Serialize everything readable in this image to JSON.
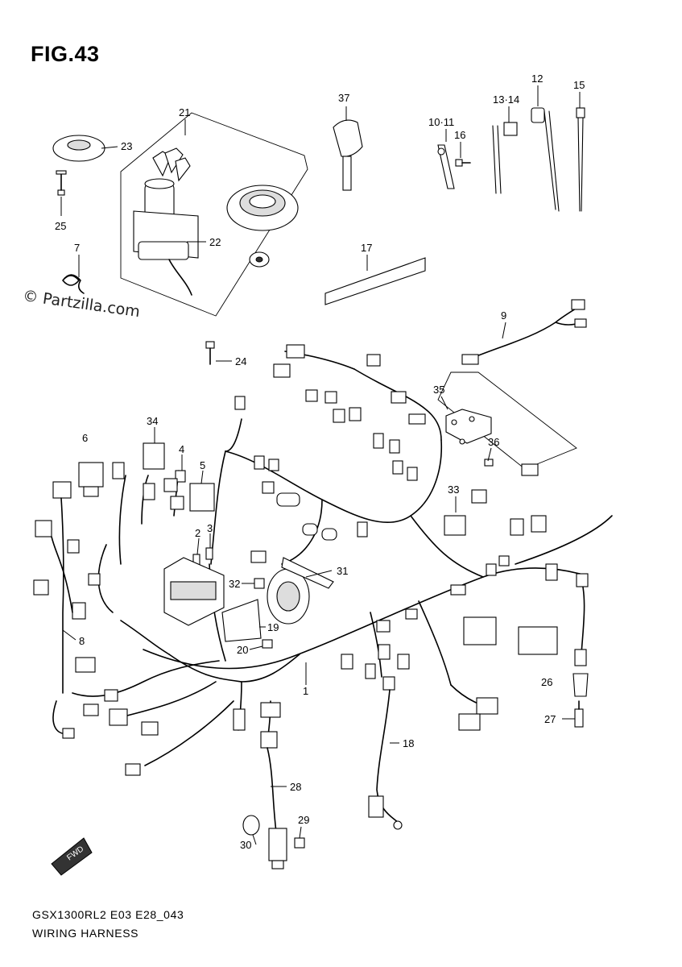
{
  "figure": {
    "title": "FIG.43",
    "model_code": "GSX1300RL2 E03 E28_043",
    "assembly_name": "WIRING HARNESS",
    "watermark": "© Partzilla.com",
    "fwd_mark": "FWD"
  },
  "callouts": [
    {
      "id": "c1",
      "label": "1"
    },
    {
      "id": "c2",
      "label": "2"
    },
    {
      "id": "c3",
      "label": "3"
    },
    {
      "id": "c4",
      "label": "4"
    },
    {
      "id": "c5",
      "label": "5"
    },
    {
      "id": "c6",
      "label": "6"
    },
    {
      "id": "c7",
      "label": "7"
    },
    {
      "id": "c8",
      "label": "8"
    },
    {
      "id": "c9",
      "label": "9"
    },
    {
      "id": "c10",
      "label": "10·11"
    },
    {
      "id": "c12",
      "label": "12"
    },
    {
      "id": "c13",
      "label": "13·14"
    },
    {
      "id": "c15",
      "label": "15"
    },
    {
      "id": "c16",
      "label": "16"
    },
    {
      "id": "c17",
      "label": "17"
    },
    {
      "id": "c18",
      "label": "18"
    },
    {
      "id": "c19",
      "label": "19"
    },
    {
      "id": "c20",
      "label": "20"
    },
    {
      "id": "c21",
      "label": "21"
    },
    {
      "id": "c22",
      "label": "22"
    },
    {
      "id": "c23",
      "label": "23"
    },
    {
      "id": "c24",
      "label": "24"
    },
    {
      "id": "c25",
      "label": "25"
    },
    {
      "id": "c26",
      "label": "26"
    },
    {
      "id": "c27",
      "label": "27"
    },
    {
      "id": "c28",
      "label": "28"
    },
    {
      "id": "c29",
      "label": "29"
    },
    {
      "id": "c30",
      "label": "30"
    },
    {
      "id": "c31",
      "label": "31"
    },
    {
      "id": "c32",
      "label": "32"
    },
    {
      "id": "c33",
      "label": "33"
    },
    {
      "id": "c34",
      "label": "34"
    },
    {
      "id": "c35",
      "label": "35"
    },
    {
      "id": "c36",
      "label": "36"
    },
    {
      "id": "c37",
      "label": "37"
    }
  ]
}
